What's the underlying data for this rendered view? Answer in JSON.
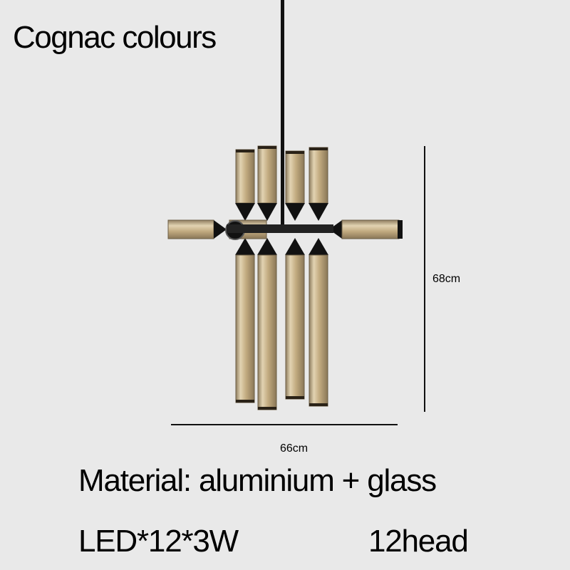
{
  "title": "Cognac colours",
  "dimensions": {
    "width": "66cm",
    "height": "68cm"
  },
  "material": "Material: aluminium + glass",
  "power": "LED*12*3W",
  "heads": "12head",
  "colors": {
    "background": "#e9e9e9",
    "glass": "#c9b48e",
    "metal": "#111111"
  }
}
